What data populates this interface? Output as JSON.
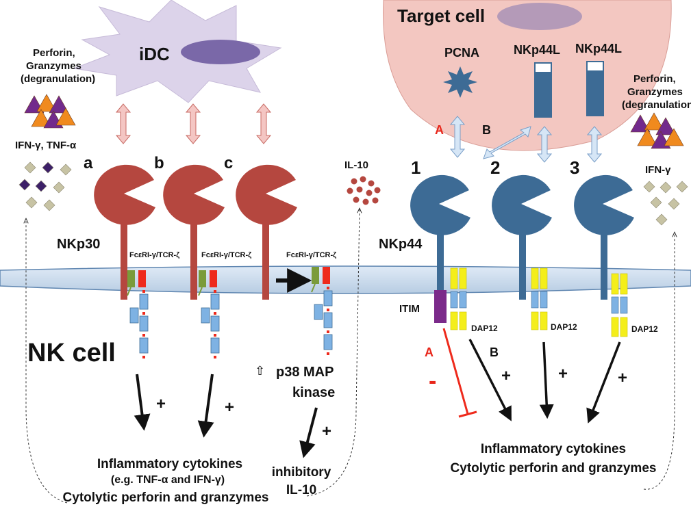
{
  "colors": {
    "nkp30": "#b5473f",
    "nkp44": "#3d6b95",
    "idc_fill": "#dcd3ea",
    "idc_nucleus": "#7a68a8",
    "target_fill": "#f3c7c1",
    "membrane": "#c9dcef",
    "green_chain": "#7a9b3a",
    "red_chain": "#ee2a1c",
    "blue_domain": "#7eb2e3",
    "dap12": "#f4ee1a",
    "itim": "#7b2a8a",
    "purple": "#722a8c",
    "orange": "#f08a1e",
    "diamond_dark": "#3d2068",
    "diamond_light": "#c7c3a4",
    "red_text": "#e8261a"
  },
  "labels": {
    "idc": "iDC",
    "target_cell": "Target cell",
    "pcna": "PCNA",
    "nkp44l_1": "NKp44L",
    "nkp44l_2": "NKp44L",
    "perforin_left": [
      "Perforin,",
      "Granzymes",
      "(degranulation)"
    ],
    "perforin_right": [
      "Perforin,",
      "Granzymes",
      "(degranulation)"
    ],
    "ifn_tnf": "IFN-γ, TNF-α",
    "ifn_right": "IFN-γ",
    "il10_top": "IL-10",
    "letter_a": "a",
    "letter_b": "b",
    "letter_c": "c",
    "num_1": "1",
    "num_2": "2",
    "num_3": "3",
    "arrow_A": "A",
    "arrow_B": "B",
    "nkp30": "NKp30",
    "nkp44": "NKp44",
    "fc_1": "FcεRI-γ/TCR-ζ",
    "fc_2": "FcεRI-γ/TCR-ζ",
    "fc_3": "FcεRI-γ/TCR-ζ",
    "itim": "ITIM",
    "dap12_1": "DAP12",
    "dap12_2": "DAP12",
    "dap12_3": "DAP12",
    "nk_cell": "NK cell",
    "p38": [
      "p38 MAP",
      "kinase"
    ],
    "plus": "+",
    "minus": "-",
    "path_A": "A",
    "path_B": "B",
    "left_outcome": [
      "Inflammatory cytokines",
      "(e.g. TNF-α and IFN-γ)",
      "Cytolytic perforin and granzymes"
    ],
    "mid_outcome": [
      "inhibitory",
      "IL-10"
    ],
    "right_outcome": [
      "Inflammatory cytokines",
      "Cytolytic perforin and granzymes"
    ]
  }
}
